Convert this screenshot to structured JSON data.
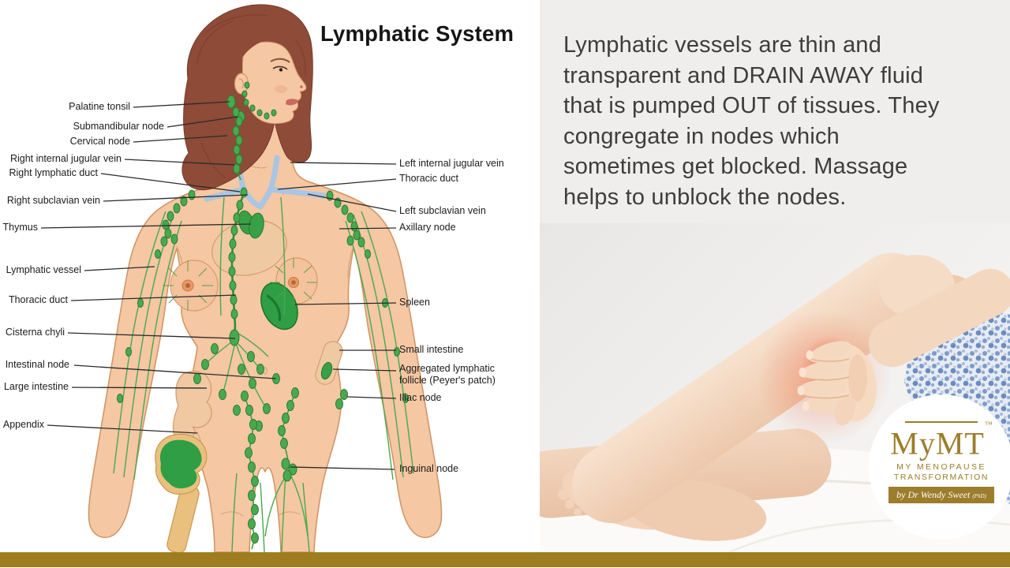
{
  "slide": {
    "title": "Lymphatic System",
    "body_lines": [
      "Lymphatic vessels are thin and",
      "transparent and DRAIN AWAY fluid",
      "that is pumped OUT of tissues. They",
      "congregate in nodes which",
      "sometimes get blocked. Massage",
      "helps to unblock the nodes."
    ]
  },
  "diagram": {
    "labels_left": [
      {
        "text": "Palatine tonsil"
      },
      {
        "text": "Submandibular node"
      },
      {
        "text": "Cervical node"
      },
      {
        "text": "Right internal jugular vein"
      },
      {
        "text": "Right lymphatic duct"
      },
      {
        "text": "Right subclavian vein"
      },
      {
        "text": "Thymus"
      },
      {
        "text": "Lymphatic vessel"
      },
      {
        "text": "Thoracic duct"
      },
      {
        "text": "Cisterna chyli"
      },
      {
        "text": "Intestinal node"
      },
      {
        "text": "Large intestine"
      },
      {
        "text": "Appendix"
      }
    ],
    "labels_right": [
      {
        "text": "Left internal jugular vein"
      },
      {
        "text": "Thoracic duct"
      },
      {
        "text": "Left subclavian vein"
      },
      {
        "text": "Axillary node"
      },
      {
        "text": "Spleen"
      },
      {
        "text": "Small intestine"
      },
      {
        "text": "Aggregated lymphatic follicle (Peyer's patch)"
      },
      {
        "text": "Iliac node"
      },
      {
        "text": "Inguinal node"
      }
    ]
  },
  "logo": {
    "brand": "MyMT",
    "tm": "™",
    "line1": "MY MENOPAUSE",
    "line2": "TRANSFORMATION",
    "byline": "by Dr Wendy Sweet",
    "byline_note": "(PhD)",
    "gold": "#9c7d2b"
  },
  "colors": {
    "accent_gold_bar": "#9d7d1f",
    "panel_gray": "#f0eeec",
    "node_green": "#49a94e",
    "vessel_green": "#4aa84f",
    "skin": "#f5c7a3",
    "hair_brown": "#8d4b38",
    "vein_blue": "#a9c6e3",
    "pain_red": "#f25a3c"
  }
}
